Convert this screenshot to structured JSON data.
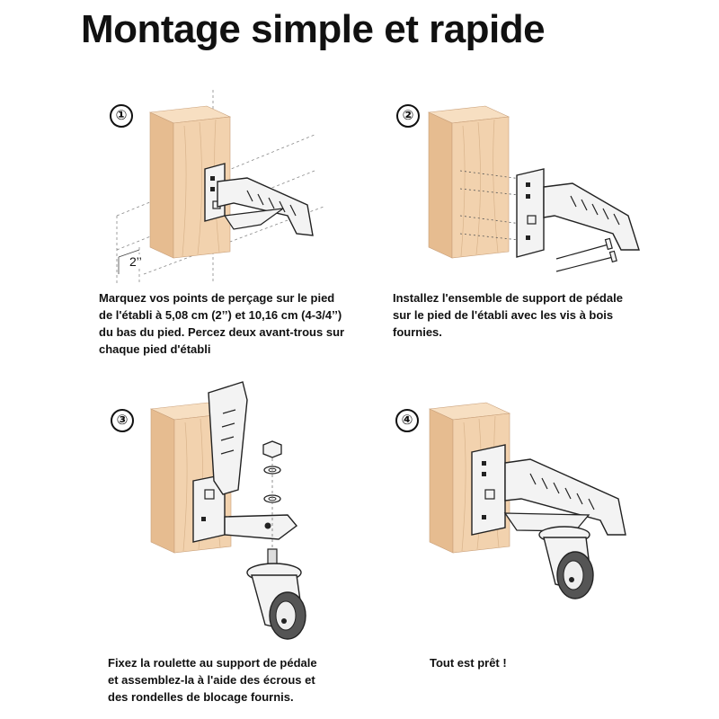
{
  "title": "Montage simple et rapide",
  "steps": [
    {
      "number": "①",
      "caption": [
        "Marquez vos points de perçage sur le pied",
        "de l'établi à 5,08 cm (2’’) et 10,16 cm (4-3/4’’)",
        "du bas du pied. Percez deux avant-trous sur",
        "chaque pied d'établi"
      ],
      "measure_label": "2’’"
    },
    {
      "number": "②",
      "caption": [
        "Installez l'ensemble de support de pédale",
        "sur le pied de l'établi avec les vis à bois",
        "fournies."
      ]
    },
    {
      "number": "③",
      "caption": [
        "Fixez la roulette au support de pédale",
        "et assemblez-la à l'aide des écrous et",
        "des rondelles de blocage fournis."
      ]
    },
    {
      "number": "④",
      "caption": [
        "Tout est prêt !"
      ]
    }
  ],
  "colors": {
    "wood_front": "#f2d2ae",
    "wood_side": "#e6bc90",
    "wood_top": "#f7dfc2",
    "metal": "#f3f3f3",
    "line": "#222222"
  }
}
